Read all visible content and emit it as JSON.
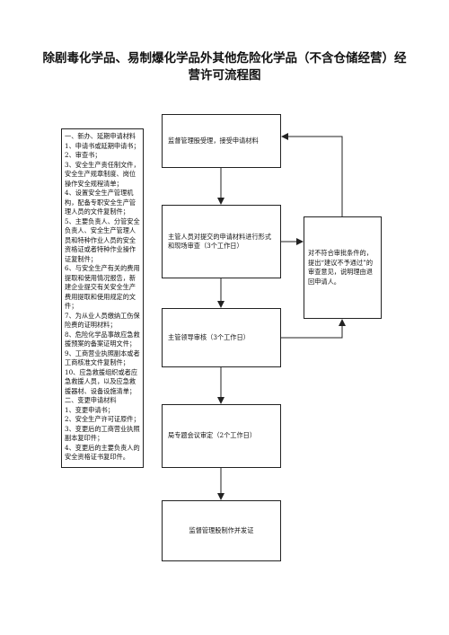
{
  "title": {
    "line1": "除剧毒化学品、易制爆化学品外其他危险化学品（不含仓储经营）经",
    "line2": "营许可流程图"
  },
  "materials": [
    "一、新办、延期申请材料",
    "1、申请书或延期申请书；",
    "2、审查书；",
    "3、安全生产责任制文件，安全生产规章制度、岗位操作安全规程清单；",
    "4、设置安全生产管理机构，配备专职安全生产管理人员的文件复制件；",
    "5、主要负责人、分管安全负责人、安全生产管理人员和特种作业人员的安全资格证或者特种作业操作证复制件；",
    "6、与安全生产有关的费用提取和使用情况报告，新建企业提交有关安全生产费用提取和使用规定的文件；",
    "7、为从业人员缴纳工伤保险费的证明材料；",
    "8、危险化学品事故应急救援预案的备案证明文件；",
    "9、工商营业执照副本或者工商核准文件复制件；",
    "10、应急救援组织或者应急救援人员，以及应急救援器材、设备设施清单；",
    "二、变更申请材料",
    "1、变更申请书；",
    "2、安全生产许可证原件；",
    "3、变更后的工商营业执照副本复印件；",
    "4、变更后的主要负责人的安全资格证书复印件。"
  ],
  "steps": {
    "accept": "监督管理股受理，接受申请材料",
    "review": "主管人员对提交的申请材料进行形式和现场审查（3个工作日）",
    "leader": "主管领导审核（3个工作日）",
    "meeting": "局专题会议审定（2个工作日）",
    "issue": "监督管理股制作并发证",
    "reject": "对不符合审批条件的，提出“建议不予通过”的审查意见，说明理由退回申请人。"
  }
}
